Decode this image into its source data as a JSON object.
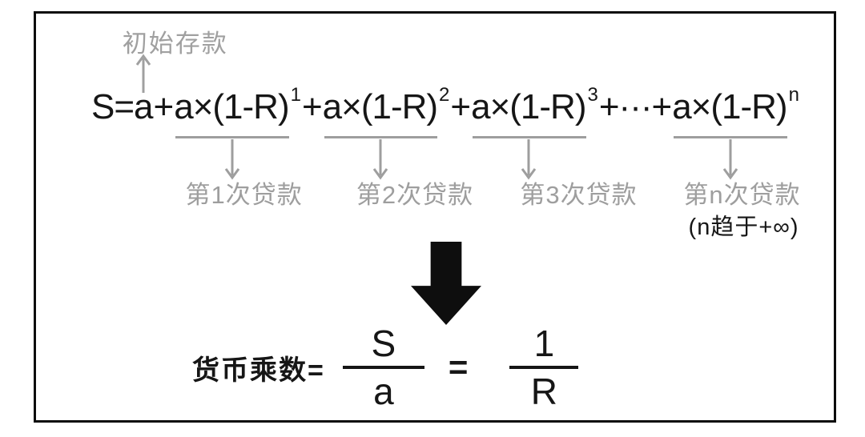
{
  "colors": {
    "background": "#ffffff",
    "frame_border": "#0c0c0c",
    "ink": "#161616",
    "callout_gray": "#9e9e9e"
  },
  "formula": {
    "lhs": "S=",
    "initial_term": "a",
    "initial_term_label": "初始存款",
    "plus": "+",
    "dots_plus": "+···+",
    "terms": [
      {
        "base": "a×(1-R)",
        "exp": "1",
        "label": "第1次贷款"
      },
      {
        "base": "a×(1-R)",
        "exp": "2",
        "label": "第2次贷款"
      },
      {
        "base": "a×(1-R)",
        "exp": "3",
        "label": "第3次贷款"
      },
      {
        "base": "a×(1-R)",
        "exp": "n",
        "label": "第n次贷款",
        "note": "(n趋于+∞)"
      }
    ]
  },
  "conclusion": {
    "label": "货币乘数=",
    "fraction_left": {
      "numerator": "S",
      "denominator": "a"
    },
    "equals": "=",
    "fraction_right": {
      "numerator": "1",
      "denominator": "R"
    }
  }
}
